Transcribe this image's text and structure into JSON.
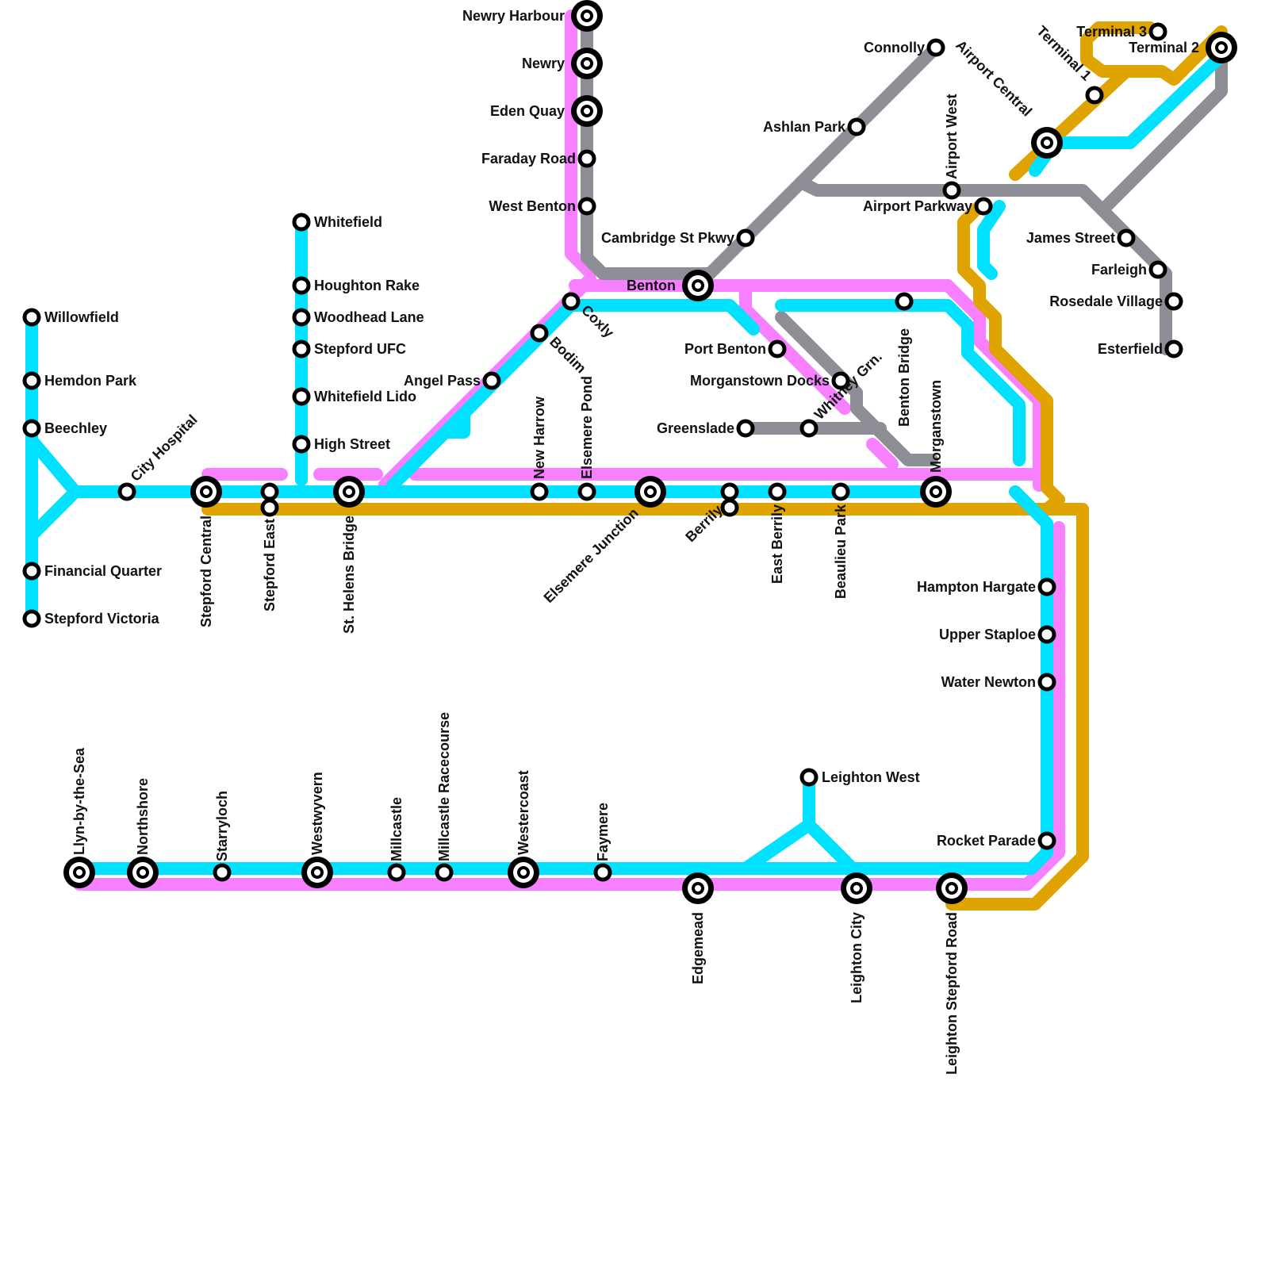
{
  "colors": {
    "cyan": "#00e0ff",
    "pink": "#f680ff",
    "gold": "#e0a400",
    "grey": "#8e8f96",
    "station_fill": "#ffffff",
    "station_stroke": "#000000"
  },
  "line_colors": [
    "cyan",
    "pink",
    "gold",
    "grey"
  ],
  "stations": {
    "newry_harbour": "Newry Harbour",
    "newry": "Newry",
    "eden_quay": "Eden Quay",
    "faraday_road": "Faraday Road",
    "west_benton": "West Benton",
    "cambridge_st_pkwy": "Cambridge St Pkwy",
    "benton": "Benton",
    "coxly": "Coxly",
    "bodim": "Bodim",
    "angel_pass": "Angel Pass",
    "new_harrow": "New Harrow",
    "elsemere_pond": "Elsemere Pond",
    "port_benton": "Port Benton",
    "morganstown_docks": "Morganstown Docks",
    "whitney_grn": "Whitney Grn.",
    "greenslade": "Greenslade",
    "benton_bridge": "Benton Bridge",
    "morganstown": "Morganstown",
    "ashlan_park": "Ashlan Park",
    "connolly": "Connolly",
    "airport_central": "Airport Central",
    "airport_west": "Airport West",
    "airport_parkway": "Airport Parkway",
    "terminal_1": "Terminal 1",
    "terminal_2": "Terminal 2",
    "terminal_3": "Terminal 3",
    "james_street": "James Street",
    "farleigh": "Farleigh",
    "rosedale_village": "Rosedale Village",
    "esterfield": "Esterfield",
    "whitefield": "Whitefield",
    "houghton_rake": "Houghton Rake",
    "woodhead_lane": "Woodhead Lane",
    "stepford_ufc": "Stepford UFC",
    "whitefield_lido": "Whitefield Lido",
    "high_street": "High Street",
    "willowfield": "Willowfield",
    "hemdon_park": "Hemdon Park",
    "beechley": "Beechley",
    "financial_quarter": "Financial Quarter",
    "stepford_victoria": "Stepford Victoria",
    "city_hospital": "City Hospital",
    "stepford_central": "Stepford Central",
    "stepford_east": "Stepford East",
    "st_helens_bridge": "St. Helens Bridge",
    "elsemere_junction": "Elsemere Junction",
    "berrily": "Berrily",
    "east_berrily": "East Berrily",
    "beaulieu_park": "Beaulieu Park",
    "hampton_hargate": "Hampton Hargate",
    "upper_staploe": "Upper Staploe",
    "water_newton": "Water Newton",
    "rocket_parade": "Rocket Parade",
    "leighton_west": "Leighton West",
    "llyn_by_the_sea": "Llyn-by-the-Sea",
    "northshore": "Northshore",
    "starryloch": "Starryloch",
    "westwyvern": "Westwyvern",
    "millcastle": "Millcastle",
    "millcastle_racecourse": "Millcastle Racecourse",
    "westercoast": "Westercoast",
    "faymere": "Faymere",
    "edgemead": "Edgemead",
    "leighton_city": "Leighton City",
    "leighton_stepford_road": "Leighton Stepford Road"
  }
}
